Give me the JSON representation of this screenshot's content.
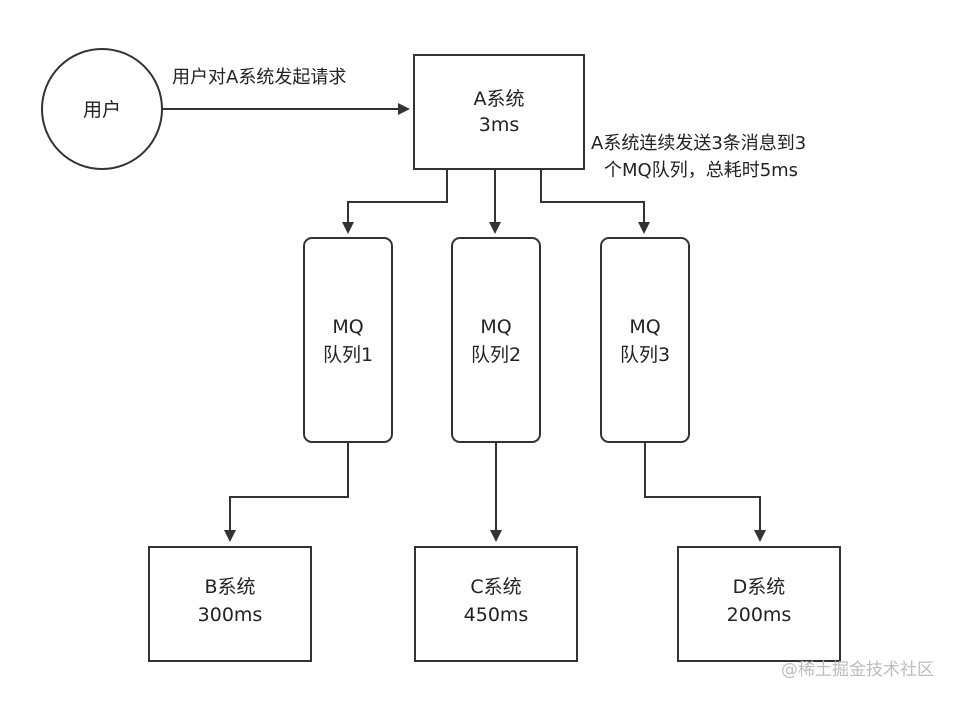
{
  "diagram": {
    "nodes": {
      "user": {
        "label": "用户"
      },
      "system_a": {
        "line1": "A系统",
        "line2": "3ms"
      },
      "mq1": {
        "line1": "MQ",
        "line2": "队列1"
      },
      "mq2": {
        "line1": "MQ",
        "line2": "队列2"
      },
      "mq3": {
        "line1": "MQ",
        "line2": "队列3"
      },
      "system_b": {
        "line1": "B系统",
        "line2": "300ms"
      },
      "system_c": {
        "line1": "C系统",
        "line2": "450ms"
      },
      "system_d": {
        "line1": "D系统",
        "line2": "200ms"
      }
    },
    "edges": {
      "user_to_a": {
        "label": "用户对A系统发起请求"
      },
      "a_to_mq": {
        "label_line1": "A系统连续发送3条消息到3",
        "label_line2": "个MQ队列，总耗时5ms"
      }
    },
    "watermark": "@稀土掘金技术社区"
  }
}
